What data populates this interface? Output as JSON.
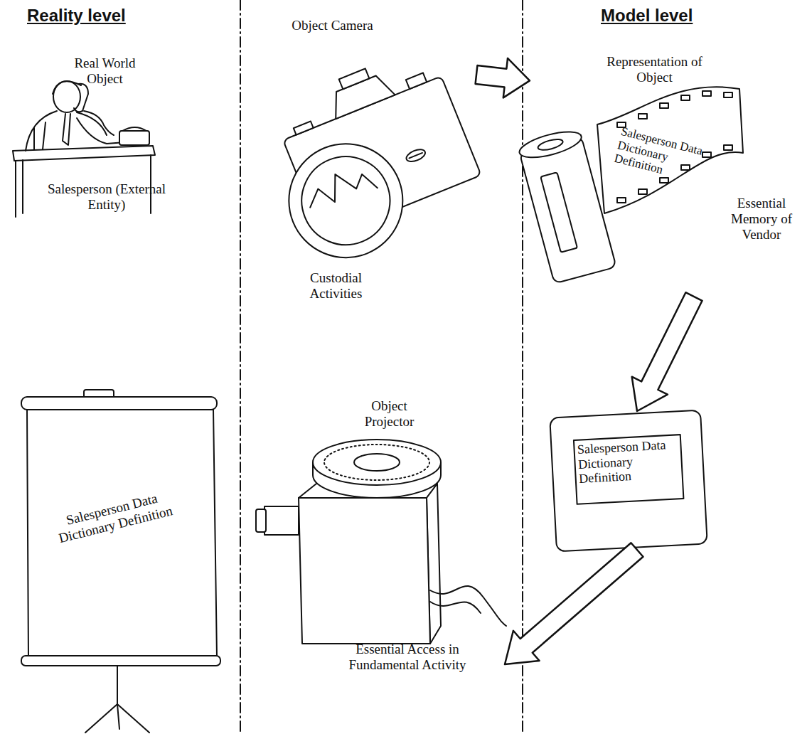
{
  "diagram": {
    "nodes": [
      {
        "text": [
          "Real World Object",
          "Salesperson (External Entity)"
        ]
      },
      {
        "text": [
          "Object Camera",
          "Custodial Activities"
        ]
      },
      {
        "text": [
          "Representation of Object",
          "Salesperson Data Dictionary Definition",
          "Essential Memory of Vendor"
        ]
      },
      {
        "text": [
          "Salesperson Data Dictionary Definition"
        ]
      },
      {
        "text": [
          "Object Projector",
          "Essential Access in Fundamental Activity"
        ]
      },
      {
        "text": [
          "Salesperson Data Dictionary Definition"
        ]
      }
    ],
    "edges": [
      {
        "from": 1,
        "to": 2,
        "arrow": "to"
      },
      {
        "from": 2,
        "to": 5,
        "arrow": "to"
      },
      {
        "from": 5,
        "to": 4,
        "arrow": "to"
      }
    ],
    "labels": [
      "Reality level",
      "Model level"
    ]
  }
}
